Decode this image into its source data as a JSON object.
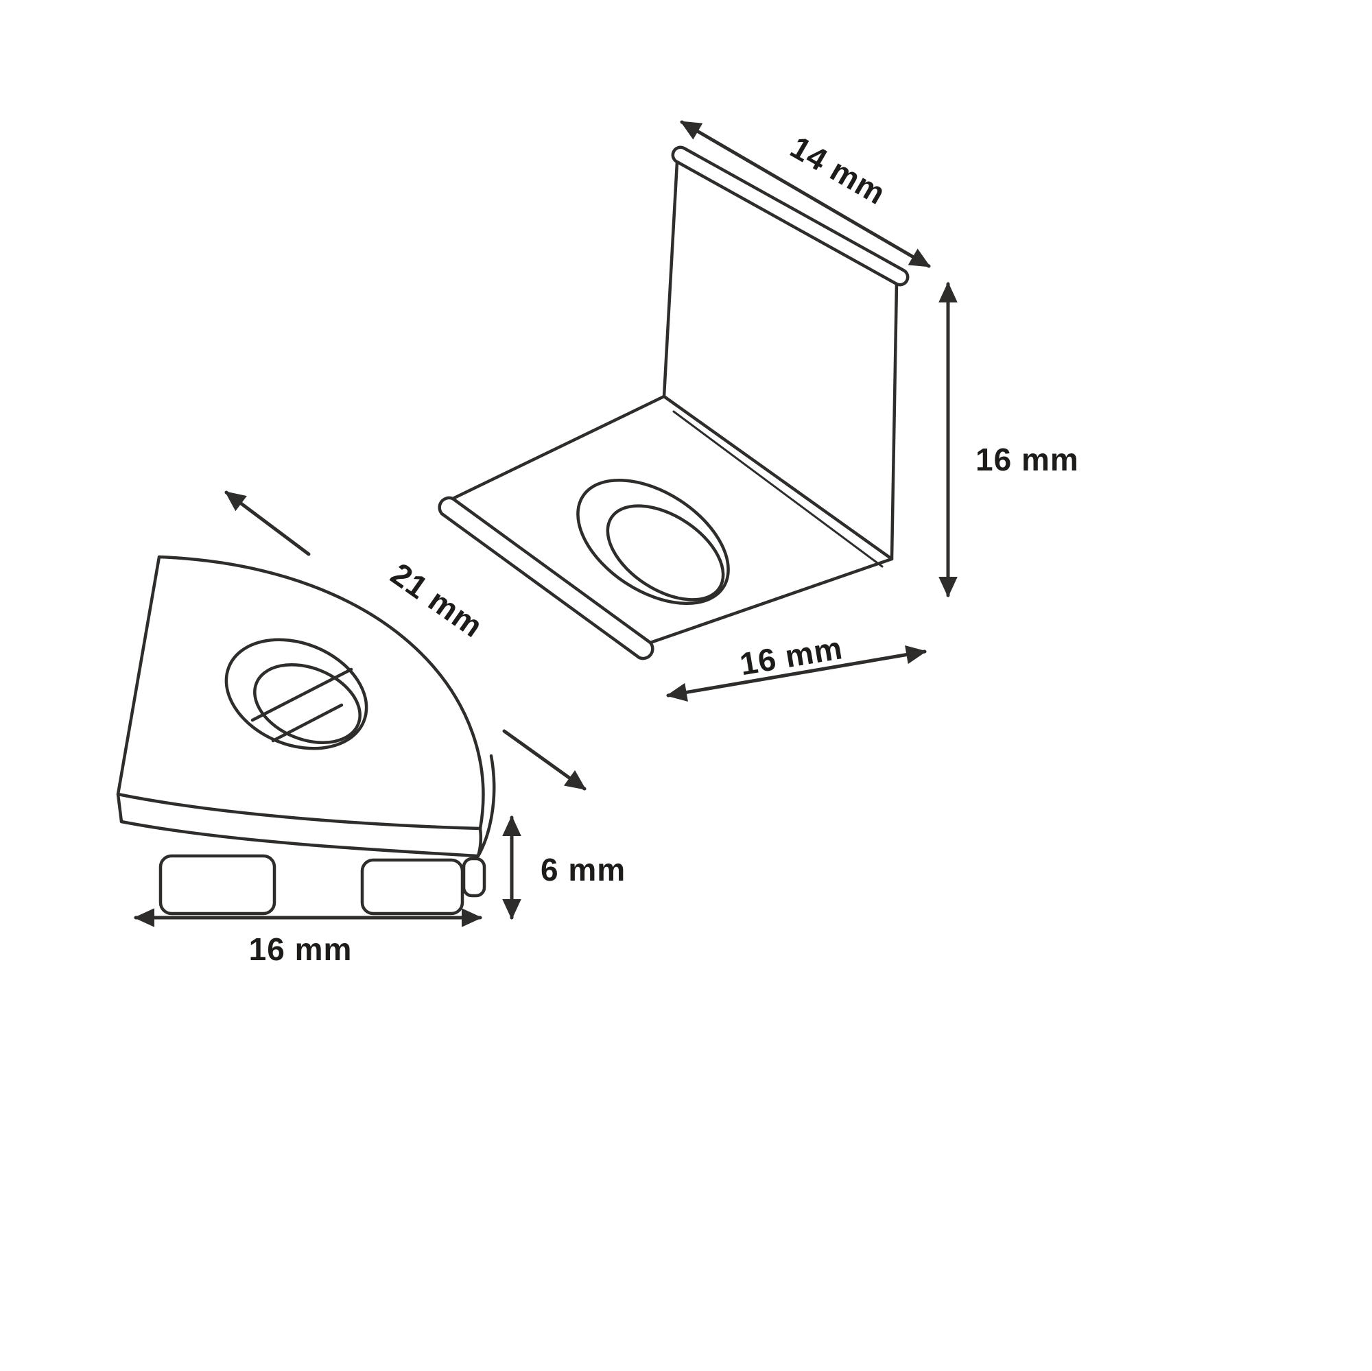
{
  "diagram": {
    "background_color": "#ffffff",
    "line_color": "#2e2d2c",
    "label_color": "#1d1c1b",
    "parts": {
      "end_cap": {
        "dimensions": {
          "depth": "21 mm",
          "width": "16 mm",
          "foot_height": "6 mm"
        }
      },
      "bracket": {
        "dimensions": {
          "top_width": "14 mm",
          "height": "16 mm",
          "base_depth": "16 mm"
        }
      }
    }
  }
}
